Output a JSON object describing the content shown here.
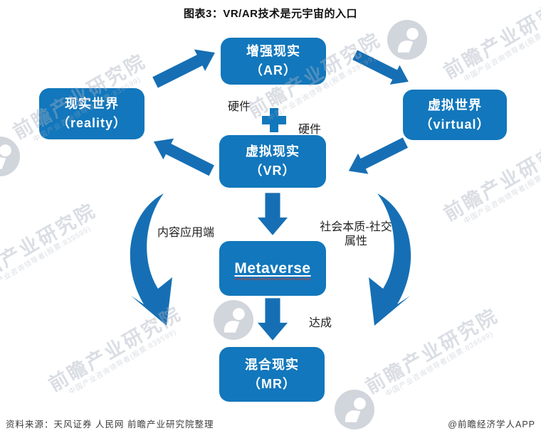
{
  "title": "图表3：VR/AR技术是元宇宙的入口",
  "nodes": {
    "ar": {
      "line1": "增强现实",
      "line2": "（AR）"
    },
    "reality": {
      "line1": "现实世界",
      "line2": "（reality）"
    },
    "virtual": {
      "line1": "虚拟世界",
      "line2": "（virtual）"
    },
    "vr": {
      "line1": "虚拟现实",
      "line2": "（VR）"
    },
    "metaverse": {
      "label": "Metaverse"
    },
    "mr": {
      "line1": "混合现实",
      "line2": "（MR）"
    }
  },
  "labels": {
    "hardware_top": "硬件",
    "hardware_bottom": "硬件",
    "content_side": "内容应用端",
    "social_line1": "社会本质-社交",
    "social_line2": "属性",
    "achieve": "达成"
  },
  "footer": {
    "source": "资料来源：天风证券 人民网 前瞻产业研究院整理",
    "credit": "@前瞻经济学人APP"
  },
  "watermark": {
    "text": "前瞻产业研究院",
    "subtext": "中国产业咨询领导者(股票:839599)"
  },
  "colors": {
    "node_blue": "#1277bc",
    "arrow_blue": "#166fb4",
    "squiggle_red": "#c0392b",
    "watermark_gray": "#a8b0be"
  }
}
